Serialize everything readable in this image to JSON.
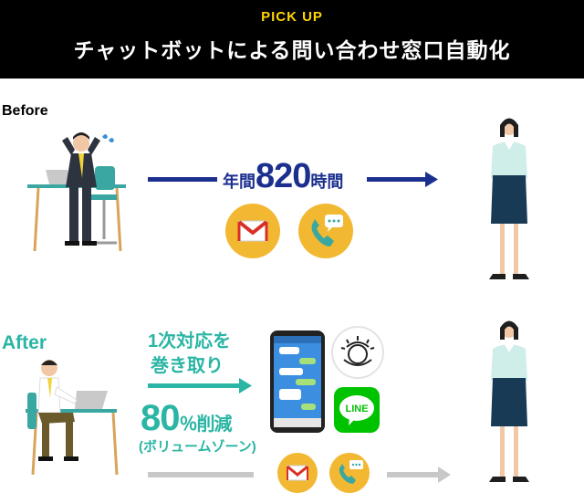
{
  "header": {
    "pickup": "PICK UP",
    "title": "チャットボットによる問い合わせ窓口自動化"
  },
  "before": {
    "label": "Before",
    "annual_prefix": "年間",
    "annual_number": "820",
    "annual_suffix": "時間",
    "channels": [
      "mail-icon",
      "phone-chat-icon"
    ]
  },
  "after": {
    "label": "After",
    "line1": "1次対応を",
    "line2": "巻き取り",
    "reduction_number": "80",
    "reduction_suffix": "％削減",
    "note": "(ボリュームゾーン)",
    "apps": [
      "chat-phone-icon",
      "watson-icon",
      "line-app-icon"
    ],
    "line_app_label": "LINE",
    "channels": [
      "mail-icon",
      "phone-chat-icon"
    ]
  },
  "colors": {
    "navy": "#1b2f8f",
    "teal": "#2ab5a4",
    "yellow": "#f2b832",
    "gray": "#c8c8c8",
    "line_green": "#00c300"
  }
}
